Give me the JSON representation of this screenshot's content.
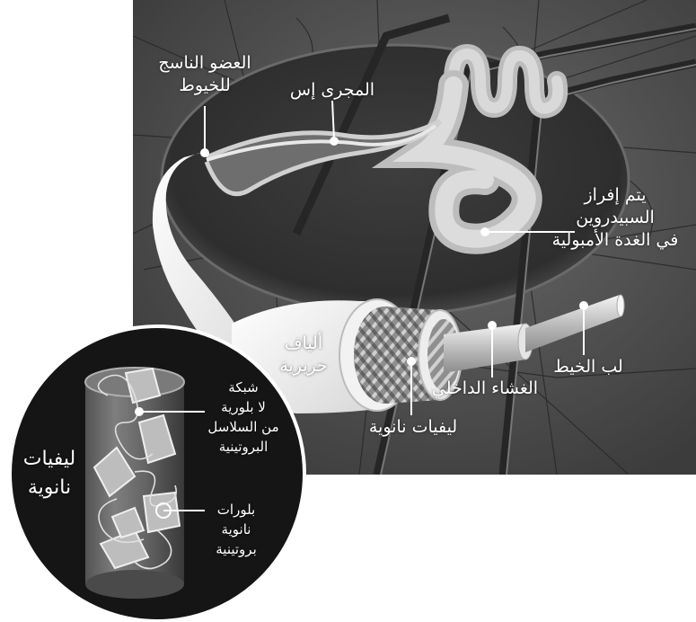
{
  "labels": {
    "spinneret": [
      "العضو الناسج",
      "للخيوط"
    ],
    "s_duct": [
      "المجرى إس"
    ],
    "spidroin_secretion": [
      "يتم إفراز",
      "السبيدروين",
      "في الغدة الأمبولية"
    ],
    "silk_fibers": [
      "ألياف",
      "حريرية"
    ],
    "nanofibrils": [
      "ليفيات نانوية"
    ],
    "inner_membrane": [
      "الغشاء الداخلي"
    ],
    "thread_core": [
      "لب الخيط"
    ],
    "inset_nanofibrils": [
      "ليفيات",
      "نانوية"
    ],
    "amorphous_network": [
      "شبكة",
      "لا بلورية",
      "من السلاسل",
      "البروتينية"
    ],
    "protein_nanocrystals": [
      "بلورات",
      "نانوية",
      "بروتينية"
    ]
  },
  "colors": {
    "panel_bg": "#4b4b4b",
    "inset_bg": "#1a1a1a",
    "silk": "#ececec",
    "label": "#ffffff"
  }
}
